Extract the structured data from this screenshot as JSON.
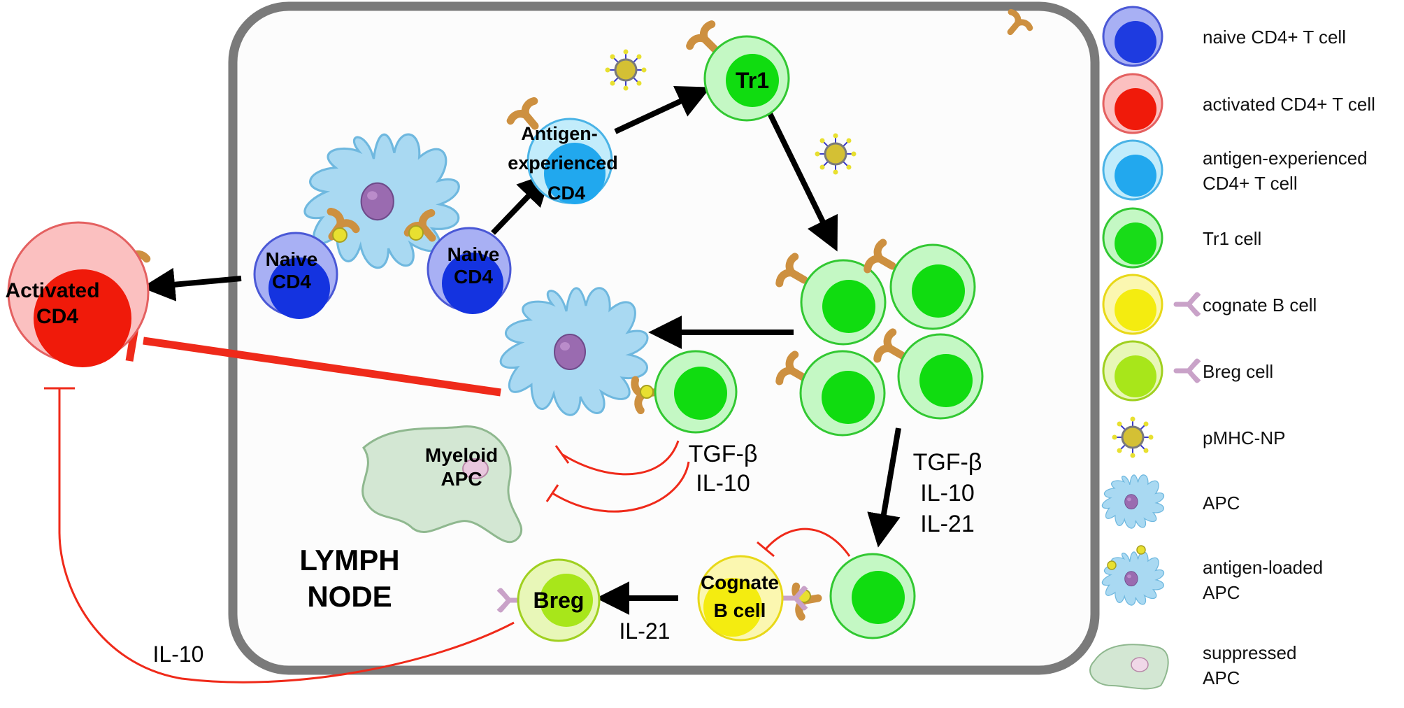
{
  "region_label": {
    "line1": "LYMPH",
    "line2": "NODE"
  },
  "cells": {
    "activated": {
      "line1": "Activated",
      "line2": "CD4"
    },
    "naive_left": {
      "line1": "Naive",
      "line2": "CD4"
    },
    "naive_right": {
      "line1": "Naive",
      "line2": "CD4"
    },
    "antigen_exp": {
      "line1": "Antigen-",
      "line2": "experienced",
      "line3": "CD4"
    },
    "tr1": {
      "label": "Tr1"
    },
    "myeloid": {
      "line1": "Myeloid",
      "line2": "APC"
    },
    "cognate": {
      "line1": "Cognate",
      "line2": "B cell"
    },
    "breg": {
      "label": "Breg"
    }
  },
  "cytokines": {
    "center": [
      "TGF-β",
      "IL-10"
    ],
    "right": [
      "TGF-β",
      "IL-10",
      "IL-21"
    ],
    "breg_arrow": "IL-21",
    "breg_feedback": "IL-10"
  },
  "legend": [
    {
      "icon": "naive-cd4-icon",
      "lines": [
        "naive CD4+ T cell"
      ],
      "color": "#1e3be0"
    },
    {
      "icon": "activated-cd4-icon",
      "lines": [
        "activated CD4+ T cell"
      ],
      "color": "#f01a0a"
    },
    {
      "icon": "antigen-experienced-icon",
      "lines": [
        "antigen-experienced",
        "CD4+ T cell"
      ],
      "color": "#22a8ee"
    },
    {
      "icon": "tr1-icon",
      "lines": [
        "Tr1 cell"
      ],
      "color": "#18dc18"
    },
    {
      "icon": "cognate-b-icon",
      "lines": [
        "cognate B cell"
      ],
      "color": "#f4ec10"
    },
    {
      "icon": "breg-icon",
      "lines": [
        "Breg cell"
      ],
      "color": "#a8e61a"
    },
    {
      "icon": "pmhc-np-icon",
      "lines": [
        "pMHC-NP"
      ],
      "color": "#d9c631"
    },
    {
      "icon": "apc-icon",
      "lines": [
        "APC"
      ],
      "color": "#a8d8f0"
    },
    {
      "icon": "antigen-loaded-apc-icon",
      "lines": [
        "antigen-loaded",
        "APC"
      ],
      "color": "#a8d8f0"
    },
    {
      "icon": "suppressed-apc-icon",
      "lines": [
        "suppressed",
        "APC"
      ],
      "color": "#cfe3cf"
    }
  ],
  "colors": {
    "inhibit": "#ef2a1a",
    "frame": "#808080",
    "receptor": "#cd9040",
    "bcr": "#c9a2c8"
  }
}
